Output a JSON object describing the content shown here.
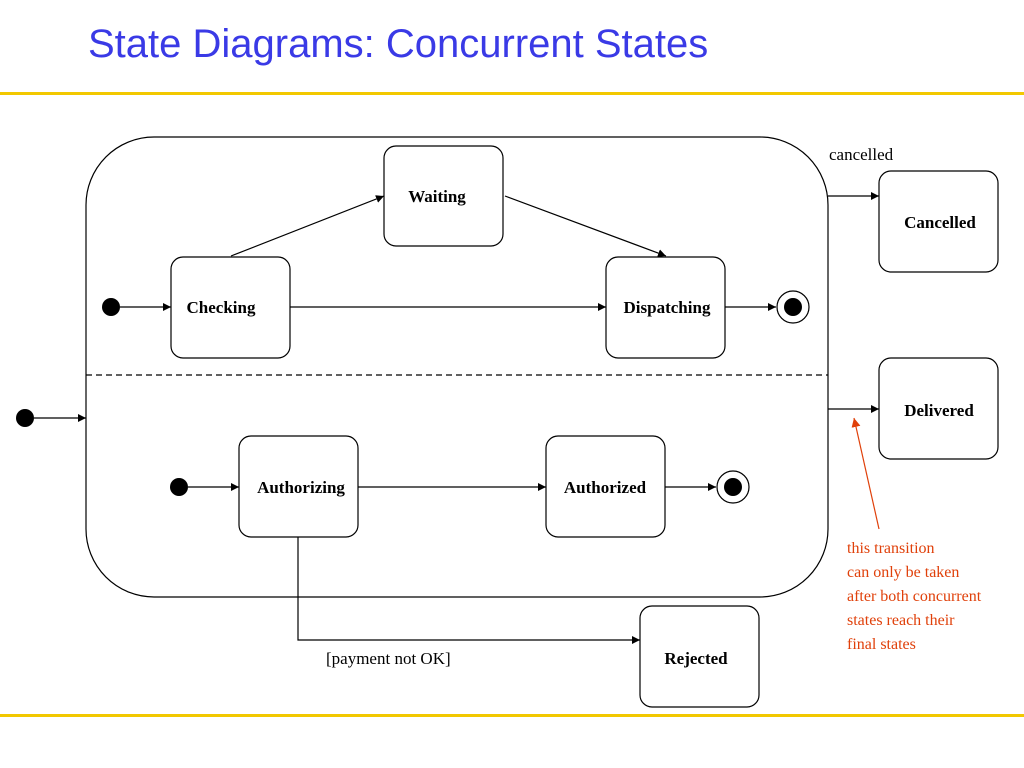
{
  "slide": {
    "title": "State Diagrams: Concurrent States"
  },
  "colors": {
    "title": "#3a3ae6",
    "rule": "#f2c800",
    "note": "#e0400a",
    "line": "#000000"
  },
  "states": {
    "waiting": "Waiting",
    "checking": "Checking",
    "dispatching": "Dispatching",
    "authorizing": "Authorizing",
    "authorized": "Authorized",
    "cancelled": "Cancelled",
    "delivered": "Delivered",
    "rejected": "Rejected"
  },
  "transitions": {
    "cancelled_event": "cancelled",
    "payment_guard": "[payment not OK]"
  },
  "note": {
    "lines": [
      "this transition",
      "can only be taken",
      "after both concurrent",
      "states reach their",
      "final states"
    ]
  }
}
